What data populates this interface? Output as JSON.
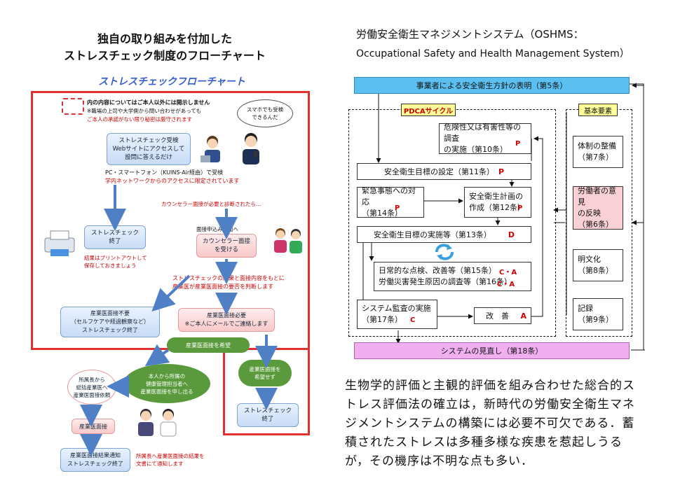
{
  "left": {
    "title_line1": "独自の取り組みを付加した",
    "title_line2": "ストレスチェック制度のフローチャート",
    "flow_title": "ストレスチェックフローチャート",
    "note_line1": "内の内容についてはご本人以外には開示しません",
    "note_line2": "※職場の上司や大学側から問い合わせがあっても",
    "note_line3": "ご本人の承諾がない限り秘密は厳守されます",
    "bubble": "スマホでも受検\nできるんだ",
    "web_box": "ストレスチェック受検\nWebサイトにアクセスして\n設問に答えるだけ",
    "pc_line1": "PC・スマートフォン（KUINS-Air経由）で受検",
    "pc_line2": "学内ネットワークからのアクセスに限定されています",
    "counselor_cond": "カウンセラー面接が必要と診断されたら…",
    "sc_end1": "ストレスチェック\n終了",
    "printout": "結果はプリントアウトして\n保存しておきましょう",
    "interview_apply": "面接申込み画面へ",
    "counselor_box": "カウンセラー面接\nを受ける",
    "judge_line1": "ストレスチェックの結果と面接内容をもとに",
    "judge_line2": "産業医が産業医面接の要否を判断します",
    "not_needed": "産業医面接不要\n（セルフケアや経過観察など）\nストレスチェック終了",
    "needed": "産業医面接必要\n※ご本人にメールでご連絡します",
    "hope": "産業医面接を希望",
    "no_hope": "産業医面接を\n希望せず",
    "sc_end2": "ストレスチェック\n終了",
    "chief_req": "所属長から\n総括産業医へ\n産業医面接依頼",
    "self_req": "本人から所属の\n健康管理担当者へ\n産業医面接を申し出る",
    "doctor_interview": "産業医面接",
    "result_notice": "産業医面接結果通知\nストレスチェック終了",
    "notice_note": "所属長へ産業医面接の結果を\n文書にて通知します"
  },
  "right": {
    "title_line1": "労働安全衛生マネジメントシステム（OSHMS：",
    "title_line2": "Occupational Safety and Health Management System）",
    "top_bar": "事業者による安全衛生方針の表明（第5条）",
    "pdca_label": "PDCAサイクル",
    "basic_label": "基本要素",
    "risk_text": "危険性又は有害性等の調査\nの実施（第10条）",
    "risk_tag": "P",
    "goal_text": "安全衛生目標の設定（第11条）",
    "goal_tag": "P",
    "emergency_text": "緊急事態への対応\n（第14条）",
    "emergency_tag": "P",
    "plan_text": "安全衛生計画の\n作成（第12条）",
    "plan_tag": "P",
    "impl_text": "安全衛生目標の実施等（第13条）",
    "impl_tag": "D",
    "daily_text": "日常的な点検、改善等（第15条）\n労働災害発生原因の調査等（第16条）",
    "daily_tag1": "C・A",
    "daily_tag2": "C・A",
    "audit_text": "システム監査の実施\n（第17条）",
    "audit_tag": "C",
    "improve_text": "改　善",
    "improve_tag": "A",
    "review_bar": "システムの見直し（第18条）",
    "el1": "体制の整備\n（第7条）",
    "el2": "労働者の意見\nの反映\n（第6条）",
    "el3": "明文化\n（第8条）",
    "el4": "記録\n（第9条）"
  },
  "paragraph": "生物学的評価と主観的評価を組み合わせた総合的ストレス評価法の確立は，新時代の労働安全衛生マネジメントシステムの構築には必要不可欠である．蓄積されたストレスは多種多様な疾患を惹起しうるが，その機序は不明な点も多い．",
  "colors": {
    "red_frame": "#e03030",
    "arrow_blue": "#4f7fc4",
    "top_bar": "#5bc0f0",
    "review_bar": "#f0b0f0",
    "pink_element": "#f9d0d6",
    "pdca_tag": "#ffff99",
    "tag_red": "#d00000"
  }
}
